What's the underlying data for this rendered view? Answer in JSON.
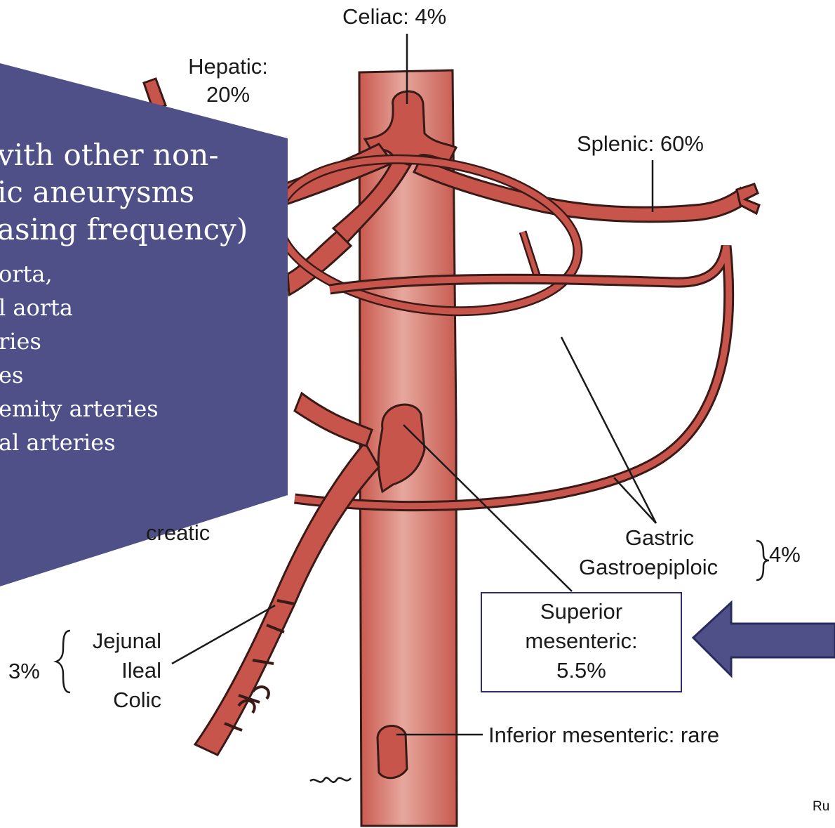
{
  "diagram": {
    "labels": {
      "celiac": "Celiac: 4%",
      "hepatic_line1": "Hepatic:",
      "hepatic_line2": "20%",
      "splenic": "Splenic: 60%",
      "pancreatic_fragment": "creatic",
      "gastric": "Gastric",
      "gastroepiploic": "Gastroepiploic",
      "gastric_group_pct": "4%",
      "sma_line1": "Superior",
      "sma_line2": "mesenteric:",
      "sma_line3": "5.5%",
      "jejunal": "Jejunal",
      "ileal": "Ileal",
      "colic": "Colic",
      "jic_group_pct": "3%",
      "ima": "Inferior mesenteric: rare",
      "credit_fragment": "Ru"
    },
    "overlay": {
      "heading_lines": [
        "vith other non-",
        "ic aneurysms",
        "asing frequency)"
      ],
      "list_items": [
        "orta,",
        "l aorta",
        "ries",
        "es",
        "emity arteries",
        "al arteries"
      ]
    },
    "colors": {
      "overlay_fill": "#4f5088",
      "arrow_fill": "#4f5088",
      "artery_fill": "#c8554c",
      "aorta_fill": "#d36f63",
      "outline": "#3a1a16"
    }
  }
}
